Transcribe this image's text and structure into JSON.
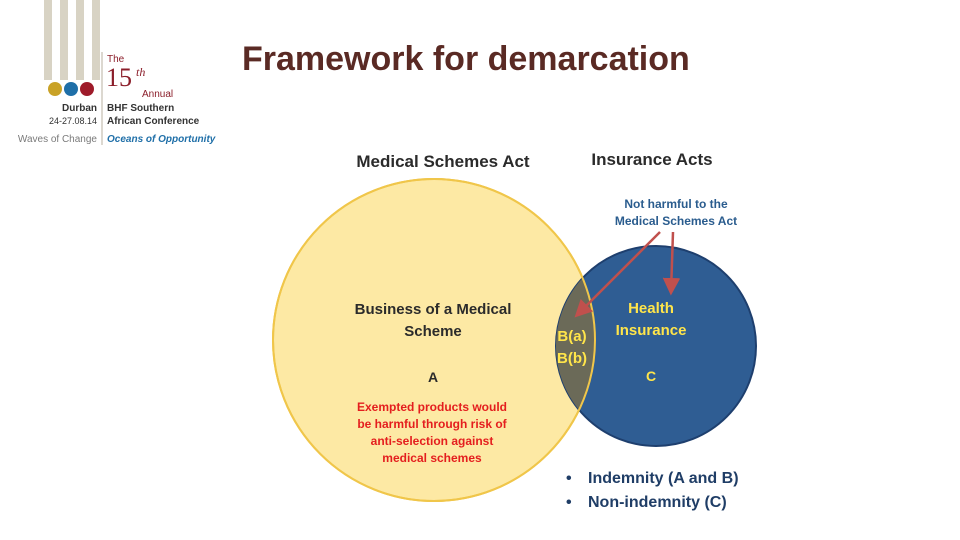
{
  "logo": {
    "the": "The",
    "number": "15",
    "ordinal": "th",
    "annual": "Annual",
    "city": "Durban",
    "dates": "24-27.08.14",
    "org": "BHF Southern",
    "event": "African Conference",
    "tagline_left": "Waves of Change",
    "tagline_right": "Oceans of Opportunity",
    "colors": {
      "gold": "#c9a227",
      "blue": "#1f6fa8",
      "red": "#9e1b2a",
      "stripe": "#d8d3c4",
      "maroon": "#8b1e2a"
    }
  },
  "title": "Framework for demarcation",
  "diagram": {
    "label_left": "Medical Schemes Act",
    "label_right": "Insurance Acts",
    "left_circle": {
      "line1": "Business of a Medical",
      "line2": "Scheme",
      "letter": "A",
      "note_lines": [
        "Exempted products  would",
        "be harmful through  risk of",
        "anti-selection against",
        "medical schemes"
      ]
    },
    "right_circle": {
      "line1": "Health",
      "line2": "Insurance",
      "letter": "C"
    },
    "overlap": {
      "line1": "B(a)",
      "line2": "B(b)"
    },
    "callout": {
      "line1": "Not harmful to the",
      "line2": "Medical Schemes Act"
    },
    "colors": {
      "left_fill": "#fde9a4",
      "left_stroke": "#f0c64a",
      "right_fill": "#2f5d93",
      "right_stroke": "#1e3f6e",
      "overlap_fill": "#6b6a58",
      "label": "#2b2b2b",
      "note": "#e41e1e",
      "yellow_text": "#ffe54a",
      "callout": "#2a5c8e",
      "arrow": "#c0504d"
    }
  },
  "bullets": [
    "Indemnity (A and B)",
    "Non-indemnity (C)"
  ]
}
